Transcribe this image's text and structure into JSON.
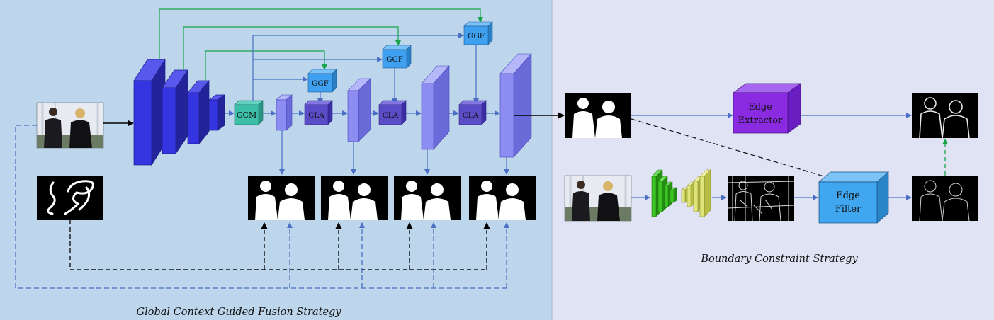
{
  "panels": {
    "left_caption": "Global Context Guided Fusion Strategy",
    "right_caption": "Boundary Constraint Strategy"
  },
  "modules": {
    "gcm": "GCM",
    "ggf": "GGF",
    "cla": "CLA",
    "edge_extractor": [
      "Edge",
      "Extractor"
    ],
    "edge_filter": [
      "Edge",
      "Filter"
    ]
  },
  "images": {
    "input_photo": "input-photo",
    "scribble_annotation": "scribble-annotation",
    "predicted_masks": 4,
    "output_mask": "output-mask",
    "edge_map_output": "edge-map",
    "edge_detection_map": "edge-detection-map",
    "filtered_edge_map": "filtered-edge-map"
  },
  "colors": {
    "left_panel_bg": "#bdd6ec",
    "right_panel_bg": "#dfe3f3",
    "encoder_blue": "#3434e0",
    "decoder_light": "#8c8cf2",
    "ggf_blue": "#3fa0ef",
    "cla_purple": "#5a4cc6",
    "gcm_teal": "#3cbfa8",
    "edge_extractor_purple": "#8a2be2",
    "edge_filter_blue": "#40a6f0",
    "arrow_blue": "#4a6fc4",
    "arrow_green": "#16a34a",
    "arrow_black": "#000000"
  }
}
